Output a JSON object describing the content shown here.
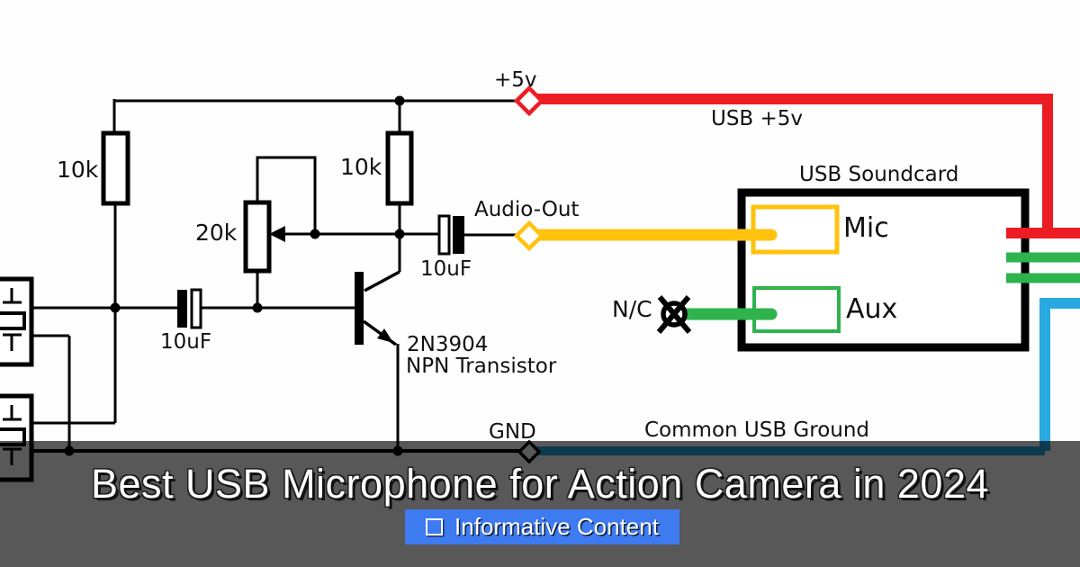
{
  "colors": {
    "wire_black": "#000000",
    "wire_red": "#ec1c24",
    "wire_yellow": "#ffc20e",
    "wire_green": "#2eb34d",
    "wire_blue": "#29a9e1",
    "badge_blue": "#3e7af0",
    "banner_overlay": "rgba(0,0,0,0.655)"
  },
  "circuit": {
    "labels": {
      "plus5v": "+5v",
      "usb_5v": "USB +5v",
      "soundcard": "USB Soundcard",
      "mic_port": "Mic",
      "aux_port": "Aux",
      "audio_out": "Audio-Out",
      "cap_out": "10uF",
      "cap_in": "10uF",
      "r1": "10k",
      "r2": "10k",
      "pot": "20k",
      "nc": "N/C",
      "transistor_part": "2N3904",
      "transistor_type": "NPN Transistor",
      "gnd": "GND",
      "common_ground": "Common USB Ground"
    }
  },
  "banner": {
    "title": "Best USB Microphone for Action Camera in 2024"
  },
  "badge": {
    "icon": "checkbox-icon",
    "label": "Informative Content"
  }
}
